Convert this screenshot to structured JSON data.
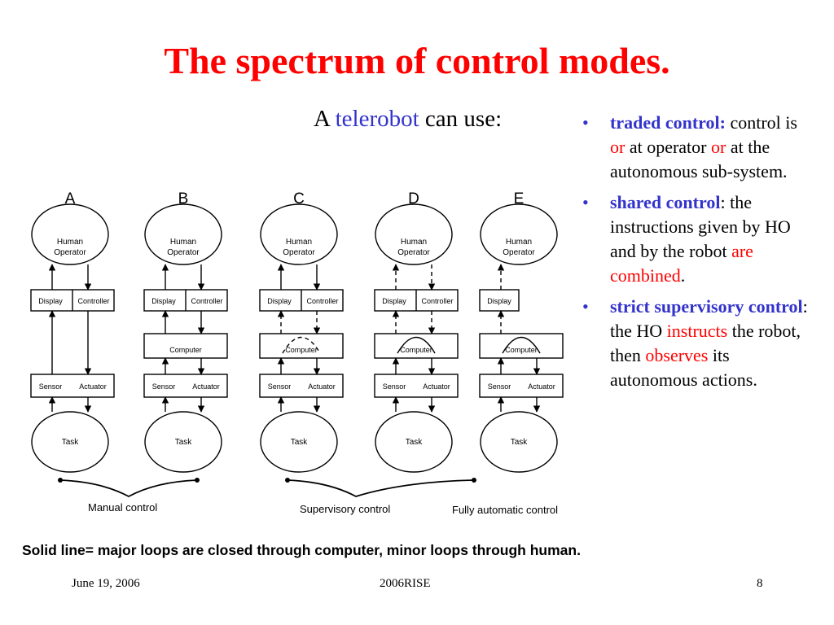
{
  "title": "The spectrum of control modes.",
  "subtitle": {
    "prefix": "A ",
    "highlight": "telerobot",
    "suffix": " can use:"
  },
  "bullets": [
    {
      "term": "traded control:",
      "p1": " control is ",
      "em1": "or",
      "p2": " at operator ",
      "em2": "or",
      "p3": " at the autonomous sub-system."
    },
    {
      "term": "shared control",
      "p1": ": the instructions given by HO and by the robot ",
      "em1": "are combined",
      "p2": "."
    },
    {
      "term": "strict supervisory control",
      "p1": ": the HO ",
      "em1": "instructs",
      "p2": " the robot, then ",
      "em2": "observes",
      "p3": " its autonomous actions."
    }
  ],
  "diagram": {
    "column_letters": [
      "A",
      "B",
      "C",
      "D",
      "E"
    ],
    "human_operator": [
      "Human",
      "Operator"
    ],
    "display": "Display",
    "controller": "Controller",
    "computer": "Computer",
    "sensor": "Sensor",
    "actuator": "Actuator",
    "task": "Task",
    "group_labels": [
      "Manual control",
      "Supervisory control",
      "Fully automatic control"
    ]
  },
  "footnote": "Solid line= major loops are closed through computer, minor loops through human.",
  "footer": {
    "date": "June 19, 2006",
    "center": "2006RISE",
    "page": "8"
  }
}
